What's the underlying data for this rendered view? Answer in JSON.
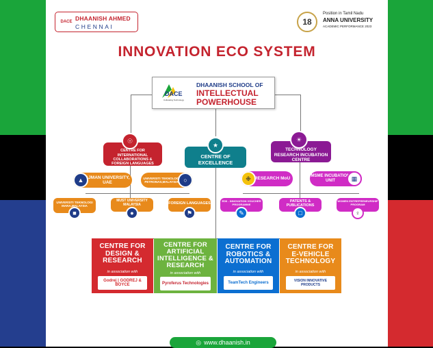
{
  "header": {
    "logo": {
      "mark": "DACE",
      "line1": "DHAANISH AHMED",
      "line2": "CHENNAI"
    },
    "badge": {
      "number": "18",
      "line1": "Position in Tamil Nadu",
      "line2": "ANNA UNIVERSITY",
      "line3": "ACADEMIC PERFORMANCE 2023"
    }
  },
  "title": "INNOVATION ECO SYSTEM",
  "root": {
    "logo_text": "DACE",
    "logo_sub": "Cultivating Technology",
    "line1": "DHAANISH SCHOOL OF",
    "line2": "INTELLECTUAL",
    "line3": "POWERHOUSE"
  },
  "pillars": {
    "collab": "CENTRE FOR INTERNATIONAL COLLABORATIONS & FOREIGN LANGUAGES",
    "excellence": "CENTRE OF EXCELLENCE",
    "research": "TECHNOLOGY RESEARCH INCUBATION CENTRE"
  },
  "collab_children": {
    "ajman": "AJMAN UNIVERSITY, UAE",
    "utp": "UNIVERSITI TEKNOLOGI PETRONAS,MALAYSIA",
    "unimap": "UNIVERSITI TEKNOLOGI MARA,MALAYSIA",
    "must": "MUST UNIVERSITY MALAYSIA",
    "foreign": "FOREIGN LANGUAGES"
  },
  "research_children": {
    "mou": "RESEARCH MoU",
    "msme": "MSME INCUBATION UNIT",
    "edii": "EDII - INNOVATION VOUCHER PROGRAMME",
    "patents": "PATENTS & PUBLICATIONS",
    "women": "WOMEN ENTREPRENEURSHIP PROGRAM"
  },
  "centres": [
    {
      "title": "CENTRE FOR DESIGN & RESEARCH",
      "assoc": "in association with",
      "partner": "Godrej | GODREJ & BOYCE"
    },
    {
      "title": "CENTRE FOR ARTIFICIAL INTELLIGENCE & RESEARCH",
      "assoc": "in association with",
      "partner": "Pyroferus Technologies"
    },
    {
      "title": "CENTRE FOR ROBOTICS & AUTOMATION",
      "assoc": "in association with",
      "partner": "TeamTech Engineers"
    },
    {
      "title": "CENTRE FOR E-VEHICLE TECHNOLOGY",
      "assoc": "in association with",
      "partner": "VISION INNOVATIVE PRODUCTS"
    }
  ],
  "footer": "www.dhaanish.in",
  "colors": {
    "red": "#c4232e",
    "blue": "#1f3c88",
    "teal": "#0f7f8c",
    "purple": "#8b1a94",
    "orange": "#e88a1b",
    "green": "#1aa53a",
    "magenta": "#d02cc5",
    "sky": "#0c6fd1"
  }
}
